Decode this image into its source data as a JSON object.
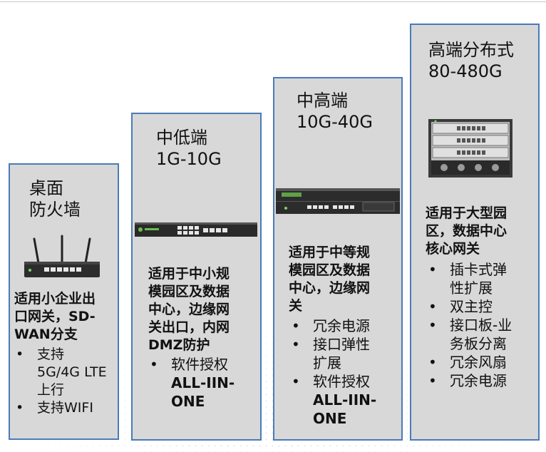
{
  "cards": [
    {
      "title": [
        "桌面",
        "防火墙"
      ],
      "desc": [
        "适用小企业出",
        "口网关，SD-",
        "WAN分支"
      ],
      "features": [
        {
          "lines": [
            "支持",
            "5G/4G LTE",
            "上行"
          ]
        },
        {
          "lines": [
            "支持WIFI"
          ]
        }
      ]
    },
    {
      "title": [
        "中低端",
        "1G-10G"
      ],
      "desc": [
        "适用于中小规",
        "模园区及数据",
        "中心，边缘网",
        "关出口，内网",
        "DMZ防护"
      ],
      "features": [
        {
          "lines": [
            "软件授权"
          ],
          "bold": [
            "ALL-IIN-",
            "ONE"
          ]
        }
      ]
    },
    {
      "title": [
        "中高端",
        "10G-40G"
      ],
      "desc": [
        "适用于中等规",
        "模园区及数据",
        "中心，边缘网",
        "关"
      ],
      "features": [
        {
          "lines": [
            "冗余电源"
          ]
        },
        {
          "lines": [
            "接口弹性",
            "扩展"
          ]
        },
        {
          "lines": [
            "软件授权"
          ],
          "bold": [
            "ALL-IIN-",
            "ONE"
          ]
        }
      ]
    },
    {
      "title": [
        "高端分布式",
        "80-480G"
      ],
      "desc": [
        "适用于大型园",
        "区，数据中心",
        "核心网关"
      ],
      "features": [
        {
          "lines": [
            "插卡式弹",
            "性扩展"
          ]
        },
        {
          "lines": [
            "双主控"
          ]
        },
        {
          "lines": [
            "接口板-业",
            "务板分离"
          ]
        },
        {
          "lines": [
            "冗余风扇"
          ]
        },
        {
          "lines": [
            "冗余电源"
          ]
        }
      ]
    }
  ],
  "device_icons": [
    "desktop-firewall-device-icon",
    "1u-firewall-device-icon",
    "2u-firewall-device-icon",
    "chassis-firewall-device-icon"
  ],
  "colors": {
    "card_bg": "#d8d8d8",
    "card_border": "#4a7bb7",
    "text": "#111111"
  }
}
